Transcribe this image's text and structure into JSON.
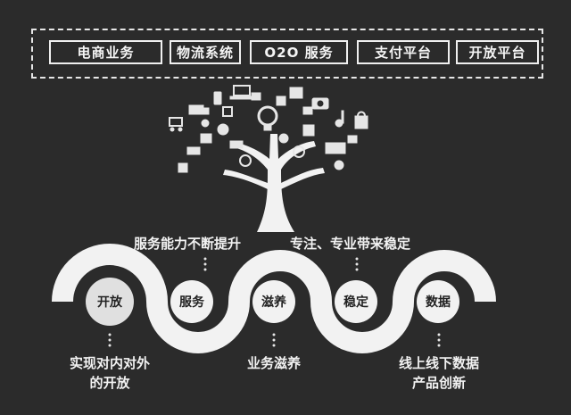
{
  "top_boxes": [
    "电商业务",
    "物流系统",
    "O2O 服务",
    "支付平台",
    "开放平台"
  ],
  "nodes": [
    "开放",
    "服务",
    "滋养",
    "稳定",
    "数据"
  ],
  "labels": {
    "upper_left": "服务能力不断提升",
    "upper_right": "专注、专业带来稳定",
    "bottom_1_line1": "实现对内对外",
    "bottom_1_line2": "的开放",
    "bottom_2": "业务滋养",
    "bottom_3_line1": "线上线下数据",
    "bottom_3_line2": "产品创新"
  },
  "colors": {
    "background": "#2b2b2b",
    "foreground": "#f2f2f2",
    "node_fill": "#e8e8e8"
  },
  "tree_icons": [
    "cart-icon",
    "truck-icon",
    "phone-icon",
    "laptop-icon",
    "gift-icon",
    "camera-icon",
    "music-icon",
    "bag-icon",
    "yen-icon",
    "lightbulb-icon"
  ]
}
